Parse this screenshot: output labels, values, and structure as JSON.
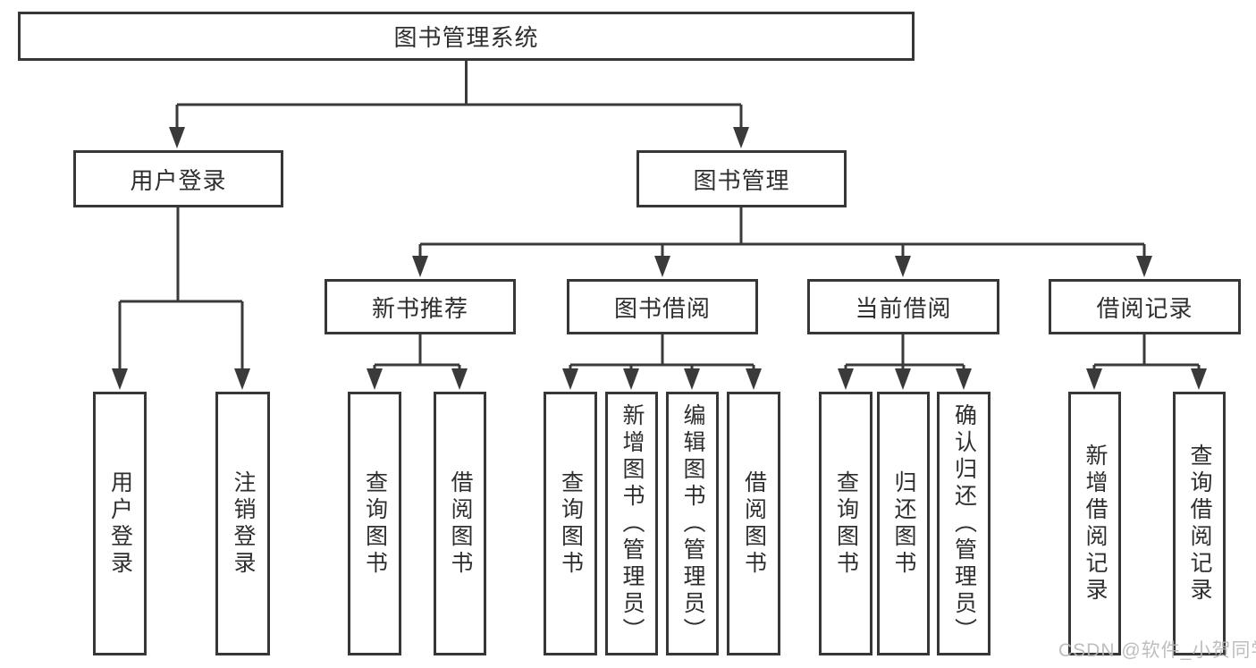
{
  "tree": {
    "root": {
      "label": "图书管理系统"
    },
    "branches": [
      {
        "label": "用户登录",
        "children": [
          {
            "label": "用户登录"
          },
          {
            "label": "注销登录"
          }
        ]
      },
      {
        "label": "图书管理",
        "children": [
          {
            "label": "新书推荐",
            "children": [
              {
                "label": "查询图书"
              },
              {
                "label": "借阅图书"
              }
            ]
          },
          {
            "label": "图书借阅",
            "children": [
              {
                "label": "查询图书"
              },
              {
                "label": "新增图书（管理员）"
              },
              {
                "label": "编辑图书（管理员）"
              },
              {
                "label": "借阅图书"
              }
            ]
          },
          {
            "label": "当前借阅",
            "children": [
              {
                "label": "查询图书"
              },
              {
                "label": "归还图书"
              },
              {
                "label": "确认归还（管理员）"
              }
            ]
          },
          {
            "label": "借阅记录",
            "children": [
              {
                "label": "新增借阅记录"
              },
              {
                "label": "查询借阅记录"
              }
            ]
          }
        ]
      }
    ]
  },
  "watermark": {
    "text": "CSDN @软件_小贺同学"
  },
  "colors": {
    "line": "#3a3a3a",
    "box_border": "#373737",
    "box_fill": "#ffffff",
    "text": "#2e2e2e",
    "watermark": "#b7b7b7"
  }
}
